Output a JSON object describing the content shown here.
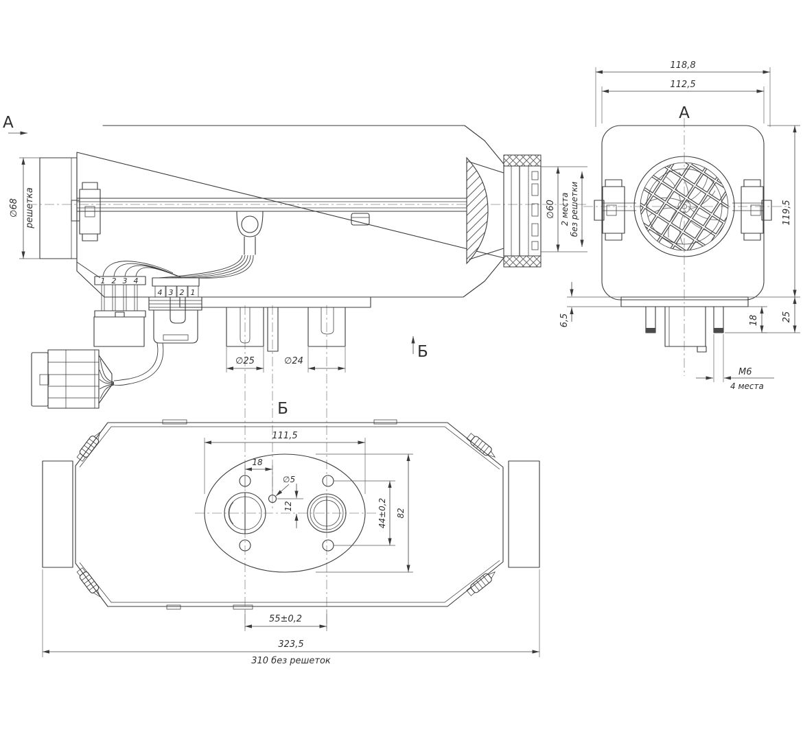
{
  "side_view": {
    "arrow_a_label": "А",
    "arrow_b_label": "Б",
    "grille_dia": "∅68",
    "grille_note": "решетка",
    "outlet_dia": "∅60",
    "outlet_note_1": "2 места",
    "outlet_note_2": "без решетки",
    "pipe_intake": "∅25",
    "pipe_exhaust": "∅24",
    "connector_a_pins": [
      "1",
      "2",
      "3",
      "4"
    ],
    "connector_b_pins": [
      "4",
      "3",
      "2",
      "1"
    ]
  },
  "front_view": {
    "title": "А",
    "width_with_grille": "118,8",
    "width_body": "112,5",
    "height_body": "119,5",
    "plate_thickness": "6,5",
    "stud_protrusion": "18",
    "stud_total": "25",
    "stud_thread": "M6",
    "stud_places": "4 места"
  },
  "bottom_view": {
    "title": "Б",
    "flange_width": "111,5",
    "hole_offset_x": "18",
    "drain_hole_dia": "∅5",
    "hole_offset_y": "12",
    "mount_holes_span": "44±0,2",
    "flange_height": "82",
    "pipe_spacing": "55±0,2",
    "total_length": "323,5",
    "length_no_grilles": "310 без решеток"
  }
}
